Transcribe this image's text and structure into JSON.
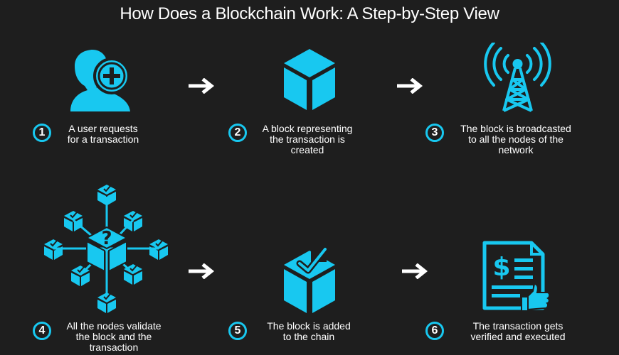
{
  "title": "How Does a Blockchain Work: A Step-by-Step View",
  "accent_color": "#18c8f0",
  "steps": [
    {
      "number": "1",
      "text": "A user requests\nfor a transaction",
      "icon": "user-add-icon"
    },
    {
      "number": "2",
      "text": "A block representing\nthe transaction is\ncreated",
      "icon": "cube-icon"
    },
    {
      "number": "3",
      "text": "The block is broadcasted\nto all the nodes of the\nnetwork",
      "icon": "broadcast-tower-icon"
    },
    {
      "number": "4",
      "text": "All the nodes validate\nthe block and the\ntransaction",
      "icon": "node-network-icon"
    },
    {
      "number": "5",
      "text": "The block is added\nto the chain",
      "icon": "checked-cube-icon"
    },
    {
      "number": "6",
      "text": "The transaction gets\nverified and executed",
      "icon": "invoice-approved-icon"
    }
  ]
}
